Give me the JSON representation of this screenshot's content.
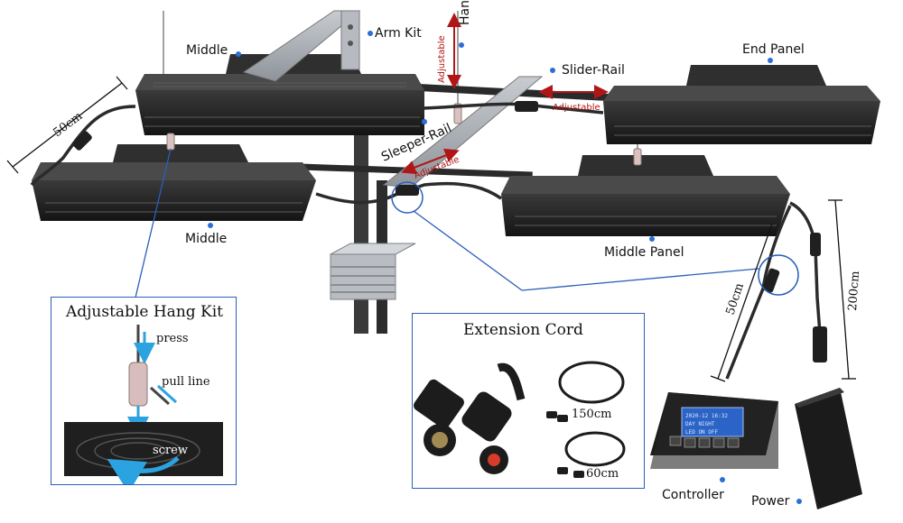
{
  "labels": {
    "middle_top": "Middle",
    "arm_kit": "Arm Kit",
    "hang_kit": "Hang Kit",
    "end_panel": "End Panel",
    "slider_rail": "Slider-Rail",
    "sleeper_rail": "Sleeper-Rail",
    "middle_bottom": "Middle",
    "middle_panel": "Middle Panel",
    "controller": "Controller",
    "power": "Power",
    "adjustable_1": "Adjustable",
    "adjustable_2": "Adjustable",
    "adjustable_3": "Adjustable"
  },
  "dimensions": {
    "cable_50cm_left": "50cm",
    "cable_50cm_right": "50cm",
    "cable_200cm": "200cm"
  },
  "hang_kit_inset": {
    "title": "Adjustable Hang Kit",
    "press": "press",
    "pull_line": "pull line",
    "screw": "screw"
  },
  "extension_inset": {
    "title": "Extension Cord",
    "len_150": "150cm",
    "len_60": "60cm"
  },
  "controller_screen": {
    "line1": "2020-12 16:32",
    "line2": "DAY  NIGHT",
    "line3": "LED   ON  OFF"
  },
  "colors": {
    "panel_dark": "#232323",
    "rail_grey": "#a9adb3",
    "callout_blue": "#2a5fb8",
    "adjust_red": "#b01616"
  }
}
